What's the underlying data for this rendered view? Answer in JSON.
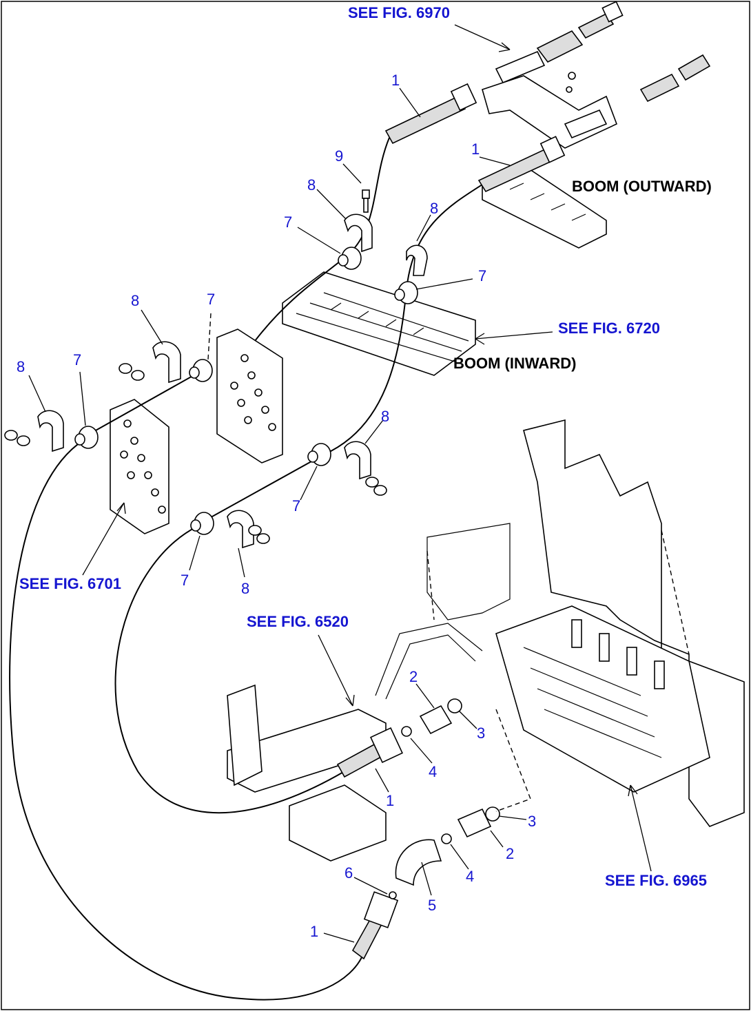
{
  "references": {
    "fig_6970": "SEE FIG. 6970",
    "fig_6720": "SEE FIG. 6720",
    "fig_6701": "SEE FIG. 6701",
    "fig_6520": "SEE FIG. 6520",
    "fig_6965": "SEE FIG. 6965"
  },
  "annotations": {
    "boom_outward": "BOOM (OUTWARD)",
    "boom_inward": "BOOM (INWARD)"
  },
  "part_numbers": {
    "hose": "1",
    "elbow_fitting": "2",
    "o_ring": "3",
    "o_ring_small": "4",
    "elbow": "5",
    "o_ring_tiny": "6",
    "clamp_block": "7",
    "clamp_plate": "8",
    "bolt": "9"
  },
  "colors": {
    "label": "#1515d0",
    "line": "#000000"
  }
}
